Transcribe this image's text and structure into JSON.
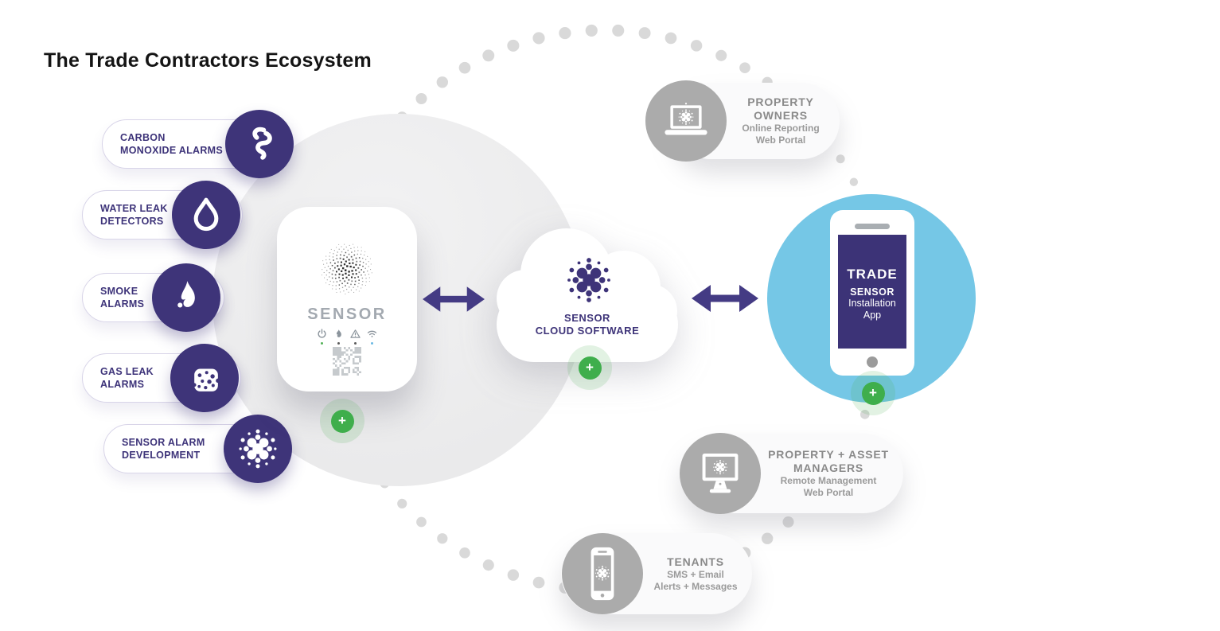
{
  "title": {
    "prefix": "The ",
    "bold": "Trade Contractors",
    "suffix": " Ecosystem"
  },
  "pills": [
    {
      "lines": [
        "CARBON",
        "MONOXIDE ALARMS"
      ],
      "icon": "co-smoke-icon"
    },
    {
      "lines": [
        "WATER LEAK",
        "DETECTORS"
      ],
      "icon": "water-drop-icon"
    },
    {
      "lines": [
        "SMOKE",
        "ALARMS"
      ],
      "icon": "flame-icon"
    },
    {
      "lines": [
        "GAS LEAK",
        "ALARMS"
      ],
      "icon": "gas-particles-icon"
    },
    {
      "lines": [
        "SENSOR ALARM",
        "DEVELOPMENT"
      ],
      "icon": "sensor-burst-icon"
    }
  ],
  "device": {
    "name": "SENSOR",
    "status_icons": [
      "power-icon",
      "flame-icon",
      "warning-icon",
      "wifi-icon"
    ],
    "status_dot_colors": [
      "#53b257",
      "#5a5a5a",
      "#5a5a5a",
      "#6cb9e3"
    ]
  },
  "cloud": {
    "line1": "SENSOR",
    "line2": "CLOUD SOFTWARE",
    "icon": "sensor-burst-icon"
  },
  "trade_app": {
    "line1": "TRADE",
    "line2": "SENSOR",
    "line3": "Installation",
    "line4": "App"
  },
  "capsules": {
    "owners": {
      "title_lines": [
        "PROPERTY",
        "OWNERS"
      ],
      "sub_lines": [
        "Online Reporting",
        "Web Portal"
      ],
      "icon": "laptop-icon"
    },
    "managers": {
      "title_lines": [
        "PROPERTY + ASSET",
        "MANAGERS"
      ],
      "sub_lines": [
        "Remote Management",
        "Web Portal"
      ],
      "icon": "monitor-icon"
    },
    "tenants": {
      "title_lines": [
        "TENANTS"
      ],
      "sub_lines": [
        "SMS + Email",
        "Alerts + Messages"
      ],
      "icon": "smartphone-icon"
    }
  },
  "plus_badge": {
    "label": "+"
  },
  "colors": {
    "purple": "#3e3479",
    "blue": "#75c7e6",
    "green": "#3fae4c",
    "gray_icon_circle": "#ababab",
    "capsule_text": "#8a8a8a",
    "dot_ring": "#d9d9d9",
    "background_circle": "#ececeb",
    "arrow": "#443b84",
    "device_text": "#a3a9b0"
  }
}
